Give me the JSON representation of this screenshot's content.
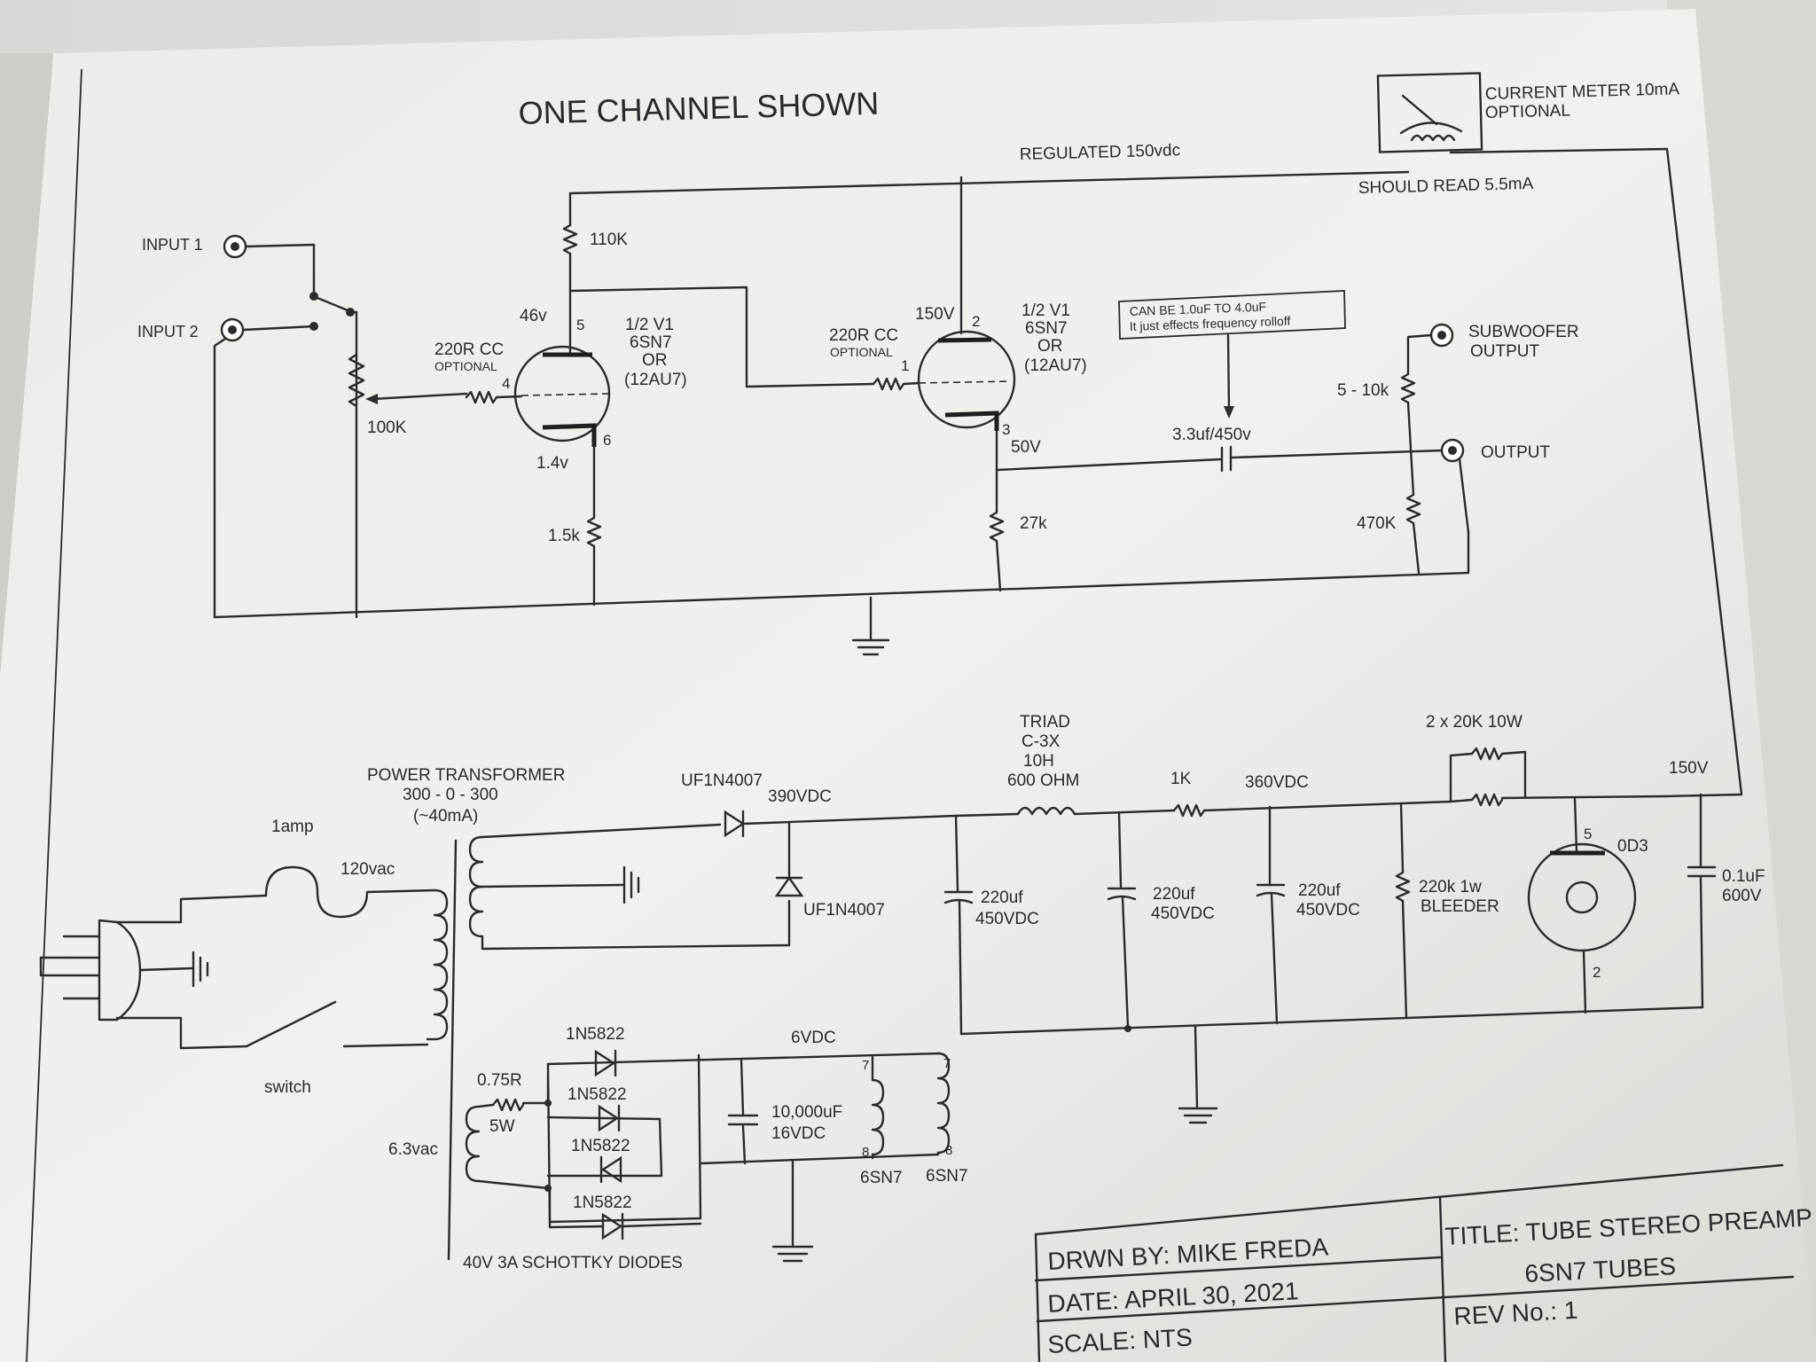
{
  "header": {
    "title": "ONE CHANNEL SHOWN",
    "regulated": "REGULATED 150vdc",
    "meter": "CURRENT METER 10mA",
    "meter_optional": "OPTIONAL",
    "should_read": "SHOULD READ 5.5mA"
  },
  "inputs": {
    "in1": "INPUT 1",
    "in2": "INPUT 2"
  },
  "stage1": {
    "r_plate": "110K",
    "pot": "100K",
    "grid_r": "220R CC",
    "grid_r_opt": "OPTIONAL",
    "plate_v": "46v",
    "pin_plate": "5",
    "pin_grid": "4",
    "pin_cathode": "6",
    "tube_l1": "1/2 V1",
    "tube_l2": "6SN7",
    "tube_l3": "OR",
    "tube_l4": "(12AU7)",
    "cathode_v": "1.4v",
    "r_cathode": "1.5k"
  },
  "stage2": {
    "plate_v": "150V",
    "pin_plate": "2",
    "pin_grid": "1",
    "pin_cathode": "3",
    "grid_r": "220R CC",
    "grid_r_opt": "OPTIONAL",
    "tube_l1": "1/2 V1",
    "tube_l2": "6SN7",
    "tube_l3": "OR",
    "tube_l4": "(12AU7)",
    "cathode_v": "50V",
    "r_cathode": "27k"
  },
  "output": {
    "note1": "CAN BE 1.0uF TO 4.0uF",
    "note2": "It just effects frequency rolloff",
    "cap": "3.3uf/450v",
    "r_sub": "5 - 10k",
    "sub_l1": "SUBWOOFER",
    "sub_l2": "OUTPUT",
    "out": "OUTPUT",
    "r_out": "470K"
  },
  "power": {
    "pt_l1": "POWER TRANSFORMER",
    "pt_l2": "300 - 0 - 300",
    "pt_l3": "(~40mA)",
    "fuse": "1amp",
    "mains": "120vac",
    "switch": "switch",
    "heater_v": "6.3vac",
    "diode1": "UF1N4007",
    "diode2": "UF1N4007",
    "v390": "390VDC",
    "choke_l1": "TRIAD",
    "choke_l2": "C-3X",
    "choke_l3": "10H",
    "choke_l4": "600 OHM",
    "r1k": "1K",
    "v360": "360VDC",
    "rdrop": "2 x 20K 10W",
    "v150": "150V",
    "c1a": "220uf",
    "c1b": "450VDC",
    "c2a": "220uf",
    "c2b": "450VDC",
    "c3a": "220uf",
    "c3b": "450VDC",
    "bleed1": "220k 1w",
    "bleed2": "BLEEDER",
    "od3": "0D3",
    "od3_p5": "5",
    "od3_p2": "2",
    "cbyp1": "0.1uF",
    "cbyp2": "600V"
  },
  "heater": {
    "d1": "1N5822",
    "d2": "1N5822",
    "d3": "1N5822",
    "d4": "1N5822",
    "r1": "0.75R",
    "r2": "5W",
    "v": "6VDC",
    "c1": "10,000uF",
    "c2": "16VDC",
    "p7a": "7",
    "p7b": "7",
    "p8a": "8",
    "p8b": "8",
    "t1": "6SN7",
    "t2": "6SN7",
    "note": "40V 3A SCHOTTKY DIODES"
  },
  "titleblock": {
    "drawn": "DRWN BY: MIKE FREDA",
    "date": "DATE: APRIL 30, 2021",
    "scale": "SCALE: NTS",
    "title1": "TITLE: TUBE STEREO PREAMP",
    "title2": "6SN7 TUBES",
    "rev": "REV No.: 1"
  }
}
